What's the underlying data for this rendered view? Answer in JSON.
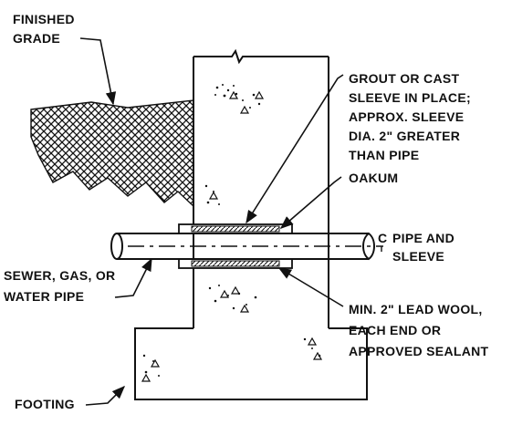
{
  "labels": {
    "finished_grade": [
      "FINISHED",
      "GRADE"
    ],
    "grout": [
      "GROUT OR CAST",
      "SLEEVE IN PLACE;",
      "APPROX. SLEEVE",
      "DIA. 2\" GREATER",
      "THAN PIPE"
    ],
    "oakum": "OAKUM",
    "centerline_symbol": "C",
    "pipe_and_sleeve": [
      "PIPE AND",
      "SLEEVE"
    ],
    "sewer_pipe": [
      "SEWER, GAS, OR",
      "WATER PIPE"
    ],
    "lead_wool": [
      "MIN. 2\" LEAD WOOL,",
      "EACH END OR",
      "APPROVED SEALANT"
    ],
    "footing": "FOOTING"
  },
  "colors": {
    "ink": "#111111",
    "background": "#ffffff"
  }
}
